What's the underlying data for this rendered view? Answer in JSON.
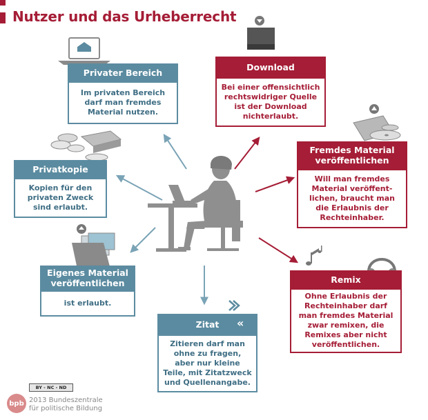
{
  "title": "Nutzer und das Urheberrecht",
  "colors": {
    "blue": "#5b8ba0",
    "red": "#a51d36",
    "gray": "#8a8a8a"
  },
  "cards": {
    "privater_bereich": {
      "label": "Privater Bereich",
      "text": "Im privaten Bereich darf man fremdes Material nutzen."
    },
    "privatkopie": {
      "label": "Privatkopie",
      "text": "Kopien für den privaten Zweck sind erlaubt."
    },
    "eigenes_material": {
      "label": "Eigenes Material veröffentlichen",
      "text": "ist erlaubt."
    },
    "zitat": {
      "label": "Zitat",
      "text": "Zitieren darf man ohne zu fragen, aber nur kleine Teile, mit Zitatzweck und Quellenangabe."
    },
    "download": {
      "label": "Download",
      "text": "Bei einer offensichtlich rechtswidriger Quelle ist der Download nichterlaubt."
    },
    "fremdes_material": {
      "label": "Fremdes Material veröffentlichen",
      "text": "Will man fremdes Material veröffent-lichen, braucht man die Erlaubnis der Rechteinhaber."
    },
    "remix": {
      "label": "Remix",
      "text": "Ohne Erlaubnis der Rechteinhaber darf man fremdes Material zwar remixen, die Remixes aber nicht veröffentlichen."
    }
  },
  "footer": {
    "license": "BY - NC - ND",
    "logo": "bpb",
    "credit_line1": "2013 Bundeszentrale",
    "credit_line2": "für politische Bildung"
  },
  "icons": [
    "laptop-home-icon",
    "cd-drive-icon",
    "folder-upload-icon",
    "quote-chevrons-icon",
    "download-drive-icon",
    "cd-stack-upload-icon",
    "headphones-icon",
    "music-note-icon",
    "person-at-desk-icon"
  ]
}
